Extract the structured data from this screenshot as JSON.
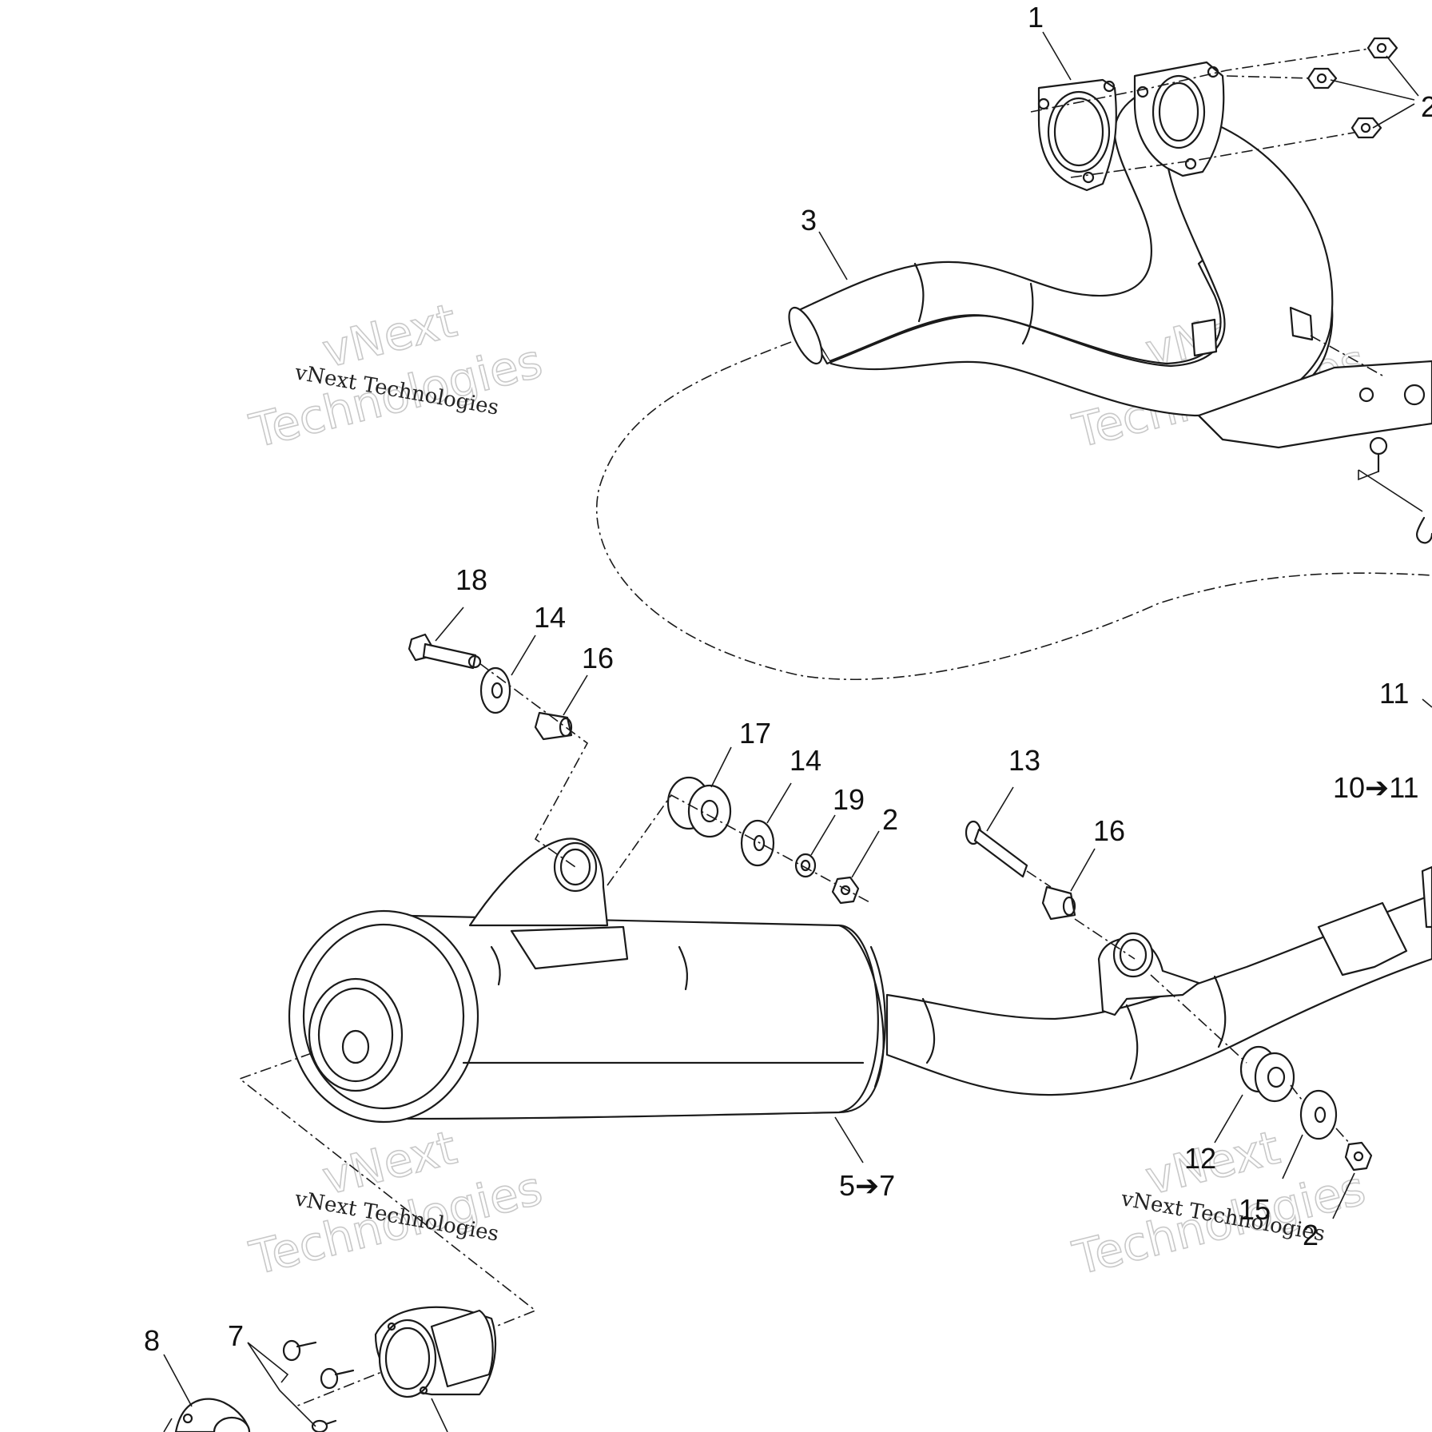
{
  "callouts": {
    "c1": "1",
    "c2_top": "2",
    "c3": "3",
    "c18": "18",
    "c14_a": "14",
    "c16_a": "16",
    "c17": "17",
    "c14_b": "14",
    "c19": "19",
    "c2_mid": "2",
    "c13": "13",
    "c16_b": "16",
    "c11": "11",
    "c10_11": "10➔11",
    "c5_7": "5➔7",
    "c12": "12",
    "c15": "15",
    "c2_low": "2",
    "c8": "8",
    "c7": "7"
  },
  "watermark": {
    "small": "vNext Technologies",
    "big_line1": "vNext",
    "big_line2": "Technologies"
  }
}
